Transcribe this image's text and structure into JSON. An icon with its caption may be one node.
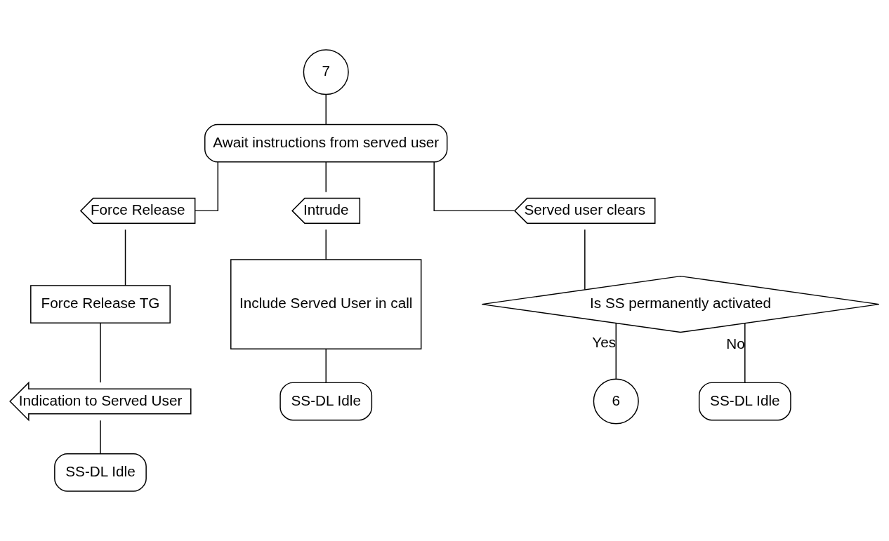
{
  "diagram": {
    "nodes": [
      {
        "text": [
          "7"
        ]
      },
      {
        "text": [
          "Await instructions from served user"
        ]
      },
      {
        "text": [
          "Force Release"
        ]
      },
      {
        "text": [
          "Intrude"
        ]
      },
      {
        "text": [
          "Served user clears"
        ]
      },
      {
        "text": [
          "Force Release TG"
        ]
      },
      {
        "text": [
          "Indication to Served User"
        ]
      },
      {
        "text": [
          "SS-DL Idle"
        ]
      },
      {
        "text": [
          "Include Served User in call"
        ]
      },
      {
        "text": [
          "SS-DL Idle"
        ]
      },
      {
        "text": [
          "Is SS permanently activated"
        ]
      },
      {
        "text": [
          "6"
        ]
      },
      {
        "text": [
          "SS-DL Idle"
        ]
      }
    ],
    "edges": [
      {
        "from": 0,
        "to": 1,
        "arrow": "none"
      },
      {
        "from": 1,
        "to": 2,
        "arrow": "none"
      },
      {
        "from": 1,
        "to": 3,
        "arrow": "none"
      },
      {
        "from": 1,
        "to": 4,
        "arrow": "none"
      },
      {
        "from": 2,
        "to": 5,
        "arrow": "none"
      },
      {
        "from": 5,
        "to": 6,
        "arrow": "none"
      },
      {
        "from": 6,
        "to": 7,
        "arrow": "none"
      },
      {
        "from": 3,
        "to": 8,
        "arrow": "none"
      },
      {
        "from": 8,
        "to": 9,
        "arrow": "none"
      },
      {
        "from": 4,
        "to": 10,
        "arrow": "none"
      },
      {
        "from": 10,
        "to": 11,
        "label": "Yes",
        "arrow": "none"
      },
      {
        "from": 10,
        "to": 12,
        "label": "No",
        "arrow": "none"
      }
    ]
  }
}
